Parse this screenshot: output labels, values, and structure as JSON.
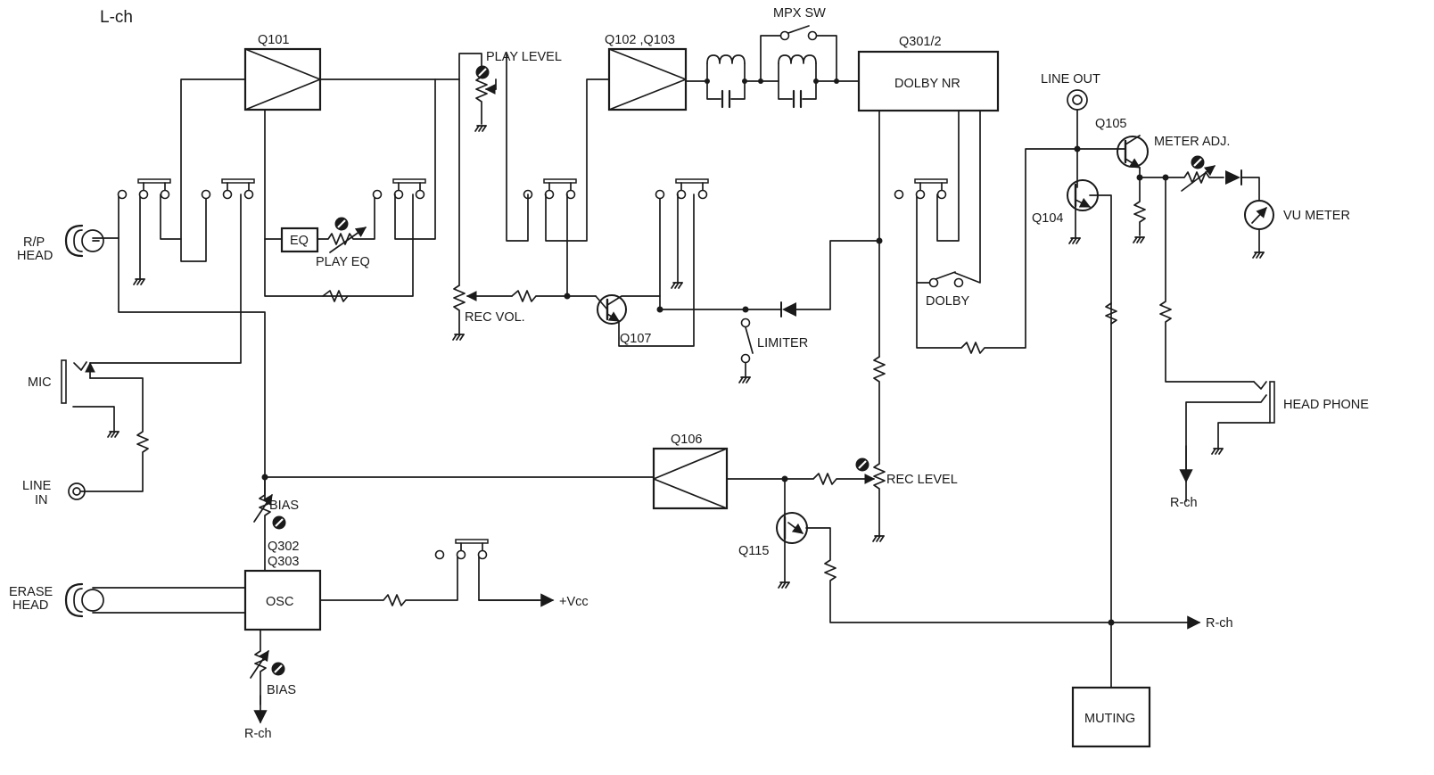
{
  "channel": "L-ch",
  "colors": {
    "ink": "#1a1a1a",
    "paper": "#ffffff"
  },
  "labels": {
    "q101": "Q101",
    "q102_q103": "Q102 ,Q103",
    "mpx_sw": "MPX SW",
    "q301": "Q301/2",
    "dolby_nr": "DOLBY NR",
    "line_out": "LINE OUT",
    "q105": "Q105",
    "meter_adj": "METER ADJ.",
    "vu_meter": "VU METER",
    "q104": "Q104",
    "play_level": "PLAY LEVEL",
    "rp_head_1": "R/P",
    "rp_head_2": "HEAD",
    "eq": "EQ",
    "play_eq": "PLAY EQ",
    "rec_vol": "REC VOL.",
    "q107": "Q107",
    "limiter": "LIMITER",
    "dolby": "DOLBY",
    "mic": "MIC",
    "head_phone": "HEAD PHONE",
    "line_in_1": "LINE",
    "line_in_2": "IN",
    "q106": "Q106",
    "rec_level": "REC LEVEL",
    "rch_hp": "R-ch",
    "bias_top": "BIAS",
    "q302": "Q302",
    "q303": "Q303",
    "osc": "OSC",
    "erase_1": "ERASE",
    "erase_2": "HEAD",
    "vcc": "+Vcc",
    "q115": "Q115",
    "rch_mute": "R-ch",
    "bias_bottom": "BIAS",
    "rch_bias": "R-ch",
    "muting": "MUTING"
  }
}
